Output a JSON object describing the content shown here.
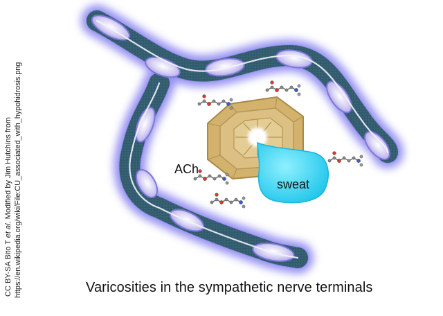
{
  "labels": {
    "ach": "ACh",
    "sweat": "sweat"
  },
  "caption": "Varicosities in the sympathetic nerve terminals",
  "credit": {
    "line1_prefix": "CC BY-SA Bito T ",
    "line1_italic": "et al.",
    "line1_suffix": " Modified by Jim Hutchins from",
    "line2": "https://en.wikipedia.org/wiki/File:CU_associated_with_hypohidrosis.png"
  },
  "colors": {
    "nerve_sheath": "#1f5a4a",
    "nerve_glow": "#8888ee",
    "varicosity": "#c9c3ee",
    "gland": "#d8b978",
    "sweat": "#3ad0ee",
    "molecule_oxygen": "#d83a2a",
    "molecule_nitrogen": "#3a5ad8"
  },
  "icons": [
    "acetylcholine-molecule-icon",
    "sweat-gland-icon",
    "sweat-droplet-icon"
  ]
}
